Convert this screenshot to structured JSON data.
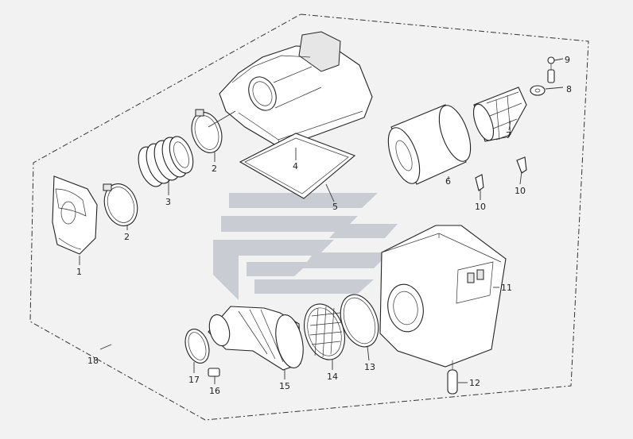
{
  "callouts": {
    "c1": "1",
    "c2a": "2",
    "c2b": "2",
    "c3": "3",
    "c4": "4",
    "c5": "5",
    "c6": "6",
    "c7": "7",
    "c8": "8",
    "c9": "9",
    "c10a": "10",
    "c10b": "10",
    "c11": "11",
    "c12": "12",
    "c13": "13",
    "c14": "14",
    "c15": "15",
    "c16": "16",
    "c17": "17",
    "c18": "18"
  },
  "colors": {
    "background": "#f2f2f2",
    "linework": "#222222",
    "watermark": "#c9ccd3"
  }
}
